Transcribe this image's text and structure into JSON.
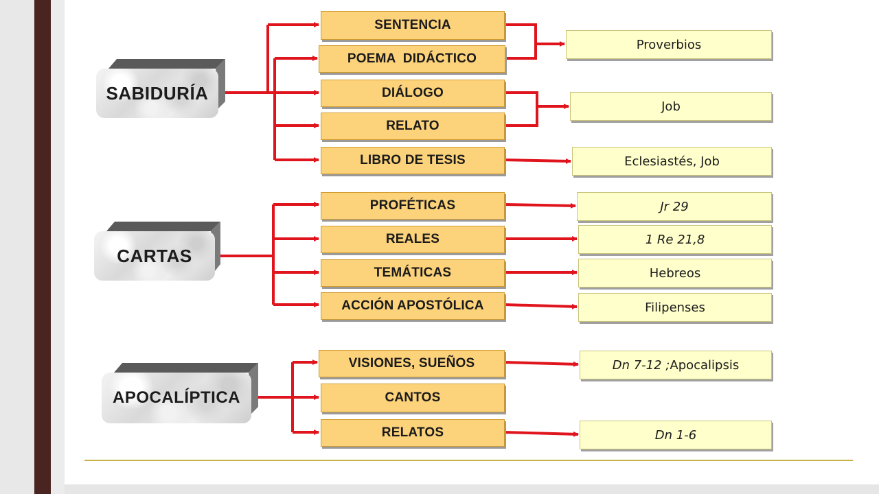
{
  "groups": [
    {
      "name": "SABIDURÍA",
      "forms": [
        {
          "label": "SENTENCIA"
        },
        {
          "label": "POEMA  DIDÁCTICO"
        },
        {
          "label": "DIÁLOGO"
        },
        {
          "label": "RELATO"
        },
        {
          "label": "LIBRO DE TESIS"
        }
      ],
      "examples": [
        {
          "text": "Proverbios",
          "italic": false
        },
        {
          "text": "Job",
          "italic": false
        },
        {
          "text": "Eclesiastés, Job",
          "italic": false
        }
      ]
    },
    {
      "name": "CARTAS",
      "forms": [
        {
          "label": "PROFÉTICAS"
        },
        {
          "label": "REALES"
        },
        {
          "label": "TEMÁTICAS"
        },
        {
          "label": "ACCIÓN APOSTÓLICA"
        }
      ],
      "examples": [
        {
          "text": "Jr 29",
          "italic": true
        },
        {
          "text": "1 Re 21,8",
          "italic": true
        },
        {
          "text": "Hebreos",
          "italic": false
        },
        {
          "text": "Filipenses",
          "italic": false
        }
      ]
    },
    {
      "name": "APOCALÍPTICA",
      "forms": [
        {
          "label": "VISIONES, SUEÑOS"
        },
        {
          "label": "CANTOS"
        },
        {
          "label": "RELATOS"
        }
      ],
      "examples": [
        {
          "text": "Dn 7-12 ; Apocalipsis",
          "italic": true,
          "mixed_plain_part": "Apocalipsis"
        },
        {
          "text": "Dn 1-6",
          "italic": true
        }
      ]
    }
  ],
  "colors": {
    "arrow": "#e0141c",
    "form_fill": "#fcd27a",
    "example_fill": "#ffffcc",
    "sidebar": "#4a2420",
    "footer_line": "#c8b048"
  }
}
